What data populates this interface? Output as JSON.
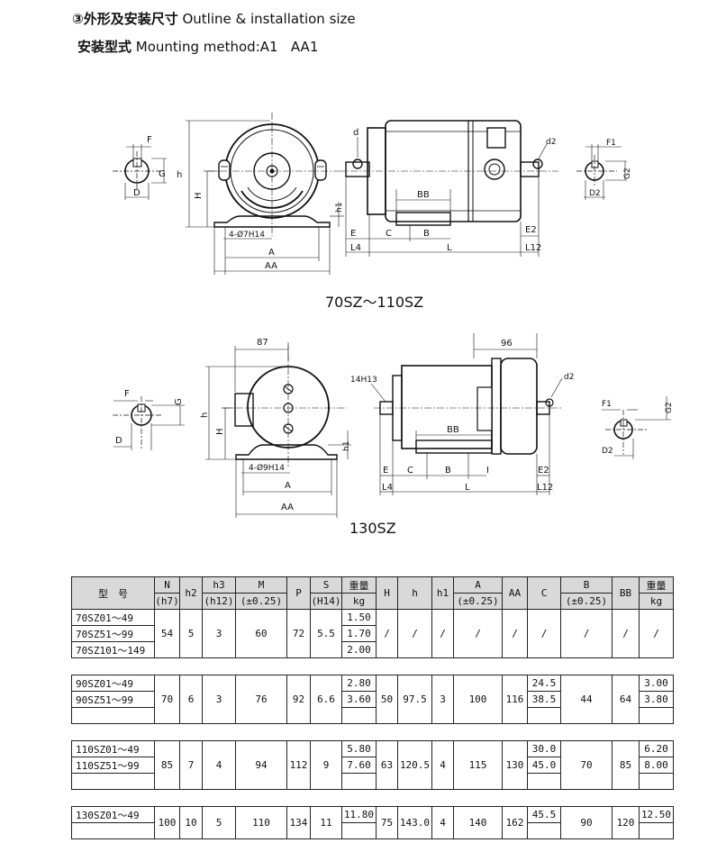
{
  "header": {
    "title_cn": "③外形及安装尺寸",
    "title_en": "Outline & installation size",
    "mount_cn": "安装型式",
    "mount_en": "Mounting method",
    "mount_sep": ":",
    "mount_value": "A1   AA1"
  },
  "drawing1": {
    "caption": "70SZ～110SZ",
    "labels": {
      "F": "F",
      "G": "G",
      "D": "D",
      "h": "h",
      "H": "H",
      "h1": "h1",
      "holes": "4-Ø7H14",
      "A": "A",
      "AA": "AA",
      "d": "d",
      "d2": "d2",
      "BB": "BB",
      "E": "E",
      "C": "C",
      "B": "B",
      "L": "L",
      "L4": "L4",
      "E2": "E2",
      "L12": "L12",
      "F1": "F1",
      "G2": "G2",
      "D2": "D2"
    }
  },
  "drawing2": {
    "caption": "130SZ",
    "labels": {
      "F": "F",
      "G": "G",
      "D": "D",
      "h": "h",
      "H": "H",
      "h1": "h1",
      "holes": "4-Ø9H14",
      "A": "A",
      "AA": "AA",
      "dim87": "87",
      "dim96": "96",
      "key": "14H13",
      "d2": "d2",
      "BB": "BB",
      "E": "E",
      "C": "C",
      "B": "B",
      "I": "I",
      "L": "L",
      "L4": "L4",
      "E2": "E2",
      "L12": "L12",
      "F1": "F1",
      "G2": "G2",
      "D2": "D2"
    }
  },
  "table": {
    "headers": {
      "model": "型　号",
      "N": "N",
      "N_sub": "(h7)",
      "h2": "h2",
      "h3": "h3",
      "h3_sub": "(h12)",
      "M": "M",
      "M_sub": "(±0.25)",
      "P": "P",
      "S": "S",
      "S_sub": "(H14)",
      "weight1": "重量",
      "weight1_sub": "kg",
      "H": "H",
      "h": "h",
      "h1": "h1",
      "A": "A",
      "A_sub": "(±0.25)",
      "AA": "AA",
      "C": "C",
      "B": "B",
      "B_sub": "(±0.25)",
      "BB": "BB",
      "weight2": "重量",
      "weight2_sub": "kg"
    },
    "group70": {
      "models": [
        "70SZ01～49",
        "70SZ51～99",
        "70SZ101～149"
      ],
      "N": "54",
      "h2": "5",
      "h3": "3",
      "M": "60",
      "P": "72",
      "S": "5.5",
      "weights": [
        "1.50",
        "1.70",
        "2.00"
      ],
      "slash": "/"
    },
    "group90": {
      "models": [
        "90SZ01～49",
        "90SZ51～99"
      ],
      "N": "70",
      "h2": "6",
      "h3": "3",
      "M": "76",
      "P": "92",
      "S": "6.6",
      "weights": [
        "2.80",
        "3.60"
      ],
      "H": "50",
      "h": "97.5",
      "h1": "3",
      "A": "100",
      "AA": "116",
      "C": [
        "24.5",
        "38.5"
      ],
      "B": "44",
      "BB": "64",
      "weights2": [
        "3.00",
        "3.80"
      ]
    },
    "group110": {
      "models": [
        "110SZ01～49",
        "110SZ51～99"
      ],
      "N": "85",
      "h2": "7",
      "h3": "4",
      "M": "94",
      "P": "112",
      "S": "9",
      "weights": [
        "5.80",
        "7.60"
      ],
      "H": "63",
      "h": "120.5",
      "h1": "4",
      "A": "115",
      "AA": "130",
      "C": [
        "30.0",
        "45.0"
      ],
      "B": "70",
      "BB": "85",
      "weights2": [
        "6.20",
        "8.00"
      ]
    },
    "group130": {
      "models": [
        "130SZ01～49"
      ],
      "N": "100",
      "h2": "10",
      "h3": "5",
      "M": "110",
      "P": "134",
      "S": "11",
      "weights": [
        "11.80"
      ],
      "H": "75",
      "h": "143.0",
      "h1": "4",
      "A": "140",
      "AA": "162",
      "C": [
        "45.5"
      ],
      "B": "90",
      "BB": "120",
      "weights2": [
        "12.50"
      ]
    }
  }
}
